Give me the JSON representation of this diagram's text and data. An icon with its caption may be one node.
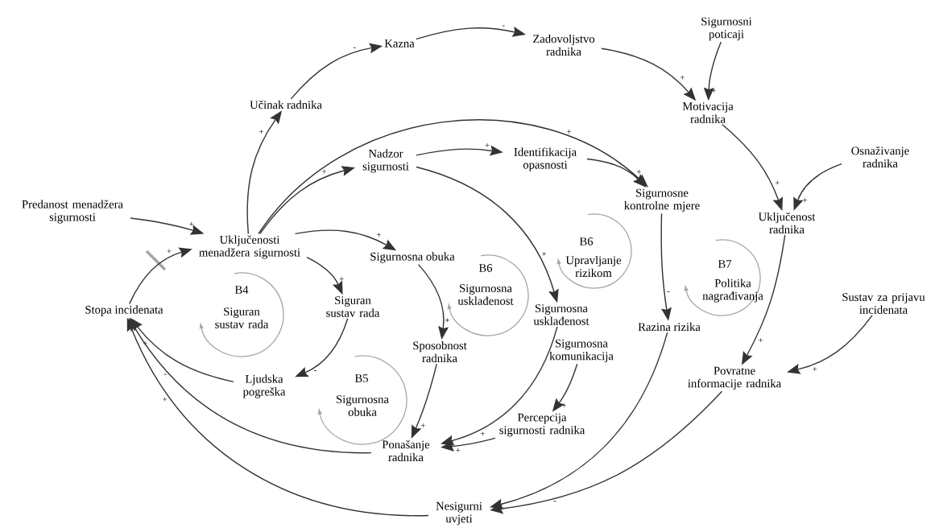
{
  "diagram": {
    "nodes": [
      {
        "text": [
          "Kazna"
        ]
      },
      {
        "text": [
          "Zadovoljstvo radnika"
        ]
      },
      {
        "text": [
          "Sigurnosni poticaji"
        ]
      },
      {
        "text": [
          "Učinak radnika"
        ]
      },
      {
        "text": [
          "Motivacija radnika"
        ]
      },
      {
        "text": [
          "Nadzor sigurnosti"
        ]
      },
      {
        "text": [
          "Identifikacija opasnosti"
        ]
      },
      {
        "text": [
          "Osnaživanje radnika"
        ]
      },
      {
        "text": [
          "Predanost menadžera sigurnosti"
        ]
      },
      {
        "text": [
          "Sigurnosne kontrolne mjere"
        ]
      },
      {
        "text": [
          "Uključenost radnika"
        ]
      },
      {
        "text": [
          "Uključenosti menadžera sigurnosti"
        ]
      },
      {
        "text": [
          "Sigurnosna obuka"
        ]
      },
      {
        "text": [
          "Siguran sustav rada"
        ]
      },
      {
        "text": [
          "Stopa incidenata"
        ]
      },
      {
        "text": [
          "Sigurnosna usklađenost"
        ]
      },
      {
        "text": [
          "Razina rizika"
        ]
      },
      {
        "text": [
          "Sustav za prijavu incidenata"
        ]
      },
      {
        "text": [
          "Sposobnost radnika"
        ]
      },
      {
        "text": [
          "Ljudska pogreška"
        ]
      },
      {
        "text": [
          "Sigurnosna komunikacija"
        ]
      },
      {
        "text": [
          "Povratne informacije radnika"
        ]
      },
      {
        "text": [
          "Percepcija sigurnosti radnika"
        ]
      },
      {
        "text": [
          "Ponašanje radnika"
        ]
      },
      {
        "text": [
          "Nesigurni uvjeti"
        ]
      }
    ],
    "edges": [
      {
        "from": 3,
        "to": 0,
        "arrow": "to",
        "label": "-"
      },
      {
        "from": 0,
        "to": 1,
        "arrow": "to",
        "label": "-"
      },
      {
        "from": 1,
        "to": 4,
        "arrow": "to",
        "label": "+"
      },
      {
        "from": 2,
        "to": 4,
        "arrow": "to",
        "label": "+"
      },
      {
        "from": 11,
        "to": 3,
        "arrow": "to",
        "label": "+"
      },
      {
        "from": 11,
        "to": 9,
        "arrow": "to",
        "label": "+"
      },
      {
        "from": 11,
        "to": 5,
        "arrow": "to",
        "label": "+"
      },
      {
        "from": 8,
        "to": 11,
        "arrow": "to",
        "label": "+"
      },
      {
        "from": 14,
        "to": 11,
        "arrow": "to",
        "label": "+"
      },
      {
        "from": 11,
        "to": 12,
        "arrow": "to",
        "label": "+"
      },
      {
        "from": 11,
        "to": 13,
        "arrow": "to",
        "label": "+"
      },
      {
        "from": 5,
        "to": 6,
        "arrow": "to",
        "label": "+"
      },
      {
        "from": 5,
        "to": 15,
        "arrow": "to",
        "label": "+"
      },
      {
        "from": 6,
        "to": 9,
        "arrow": "to",
        "label": "+"
      },
      {
        "from": 4,
        "to": 10,
        "arrow": "to",
        "label": "+"
      },
      {
        "from": 7,
        "to": 10,
        "arrow": "to",
        "label": "+"
      },
      {
        "from": 9,
        "to": 16,
        "arrow": "to",
        "label": "-"
      },
      {
        "from": 10,
        "to": 21,
        "arrow": "to",
        "label": "+"
      },
      {
        "from": 17,
        "to": 21,
        "arrow": "to",
        "label": "+"
      },
      {
        "from": 12,
        "to": 18,
        "arrow": "to",
        "label": "+"
      },
      {
        "from": 13,
        "to": 19,
        "arrow": "to",
        "label": "-"
      },
      {
        "from": 18,
        "to": 23,
        "arrow": "to",
        "label": "+"
      },
      {
        "from": 15,
        "to": 23,
        "arrow": "to",
        "label": "+"
      },
      {
        "from": 20,
        "to": 22,
        "arrow": "to",
        "label": "+"
      },
      {
        "from": 22,
        "to": 23,
        "arrow": "to",
        "label": "+"
      },
      {
        "from": 19,
        "to": 14,
        "arrow": "to",
        "label": "+"
      },
      {
        "from": 23,
        "to": 14,
        "arrow": "to",
        "label": "-"
      },
      {
        "from": 24,
        "to": 14,
        "arrow": "to",
        "label": "+"
      },
      {
        "from": 16,
        "to": 24,
        "arrow": "to"
      },
      {
        "from": 21,
        "to": 24,
        "arrow": "to",
        "label": "-"
      }
    ],
    "labels": [
      "B4",
      "Siguran sustav rada",
      "B6",
      "Upravljanje rizikom",
      "B6",
      "Sigurnosna usklađenost",
      "B7",
      "Politika nagrađivanja",
      "B5",
      "Sigurnosna obuka"
    ]
  }
}
